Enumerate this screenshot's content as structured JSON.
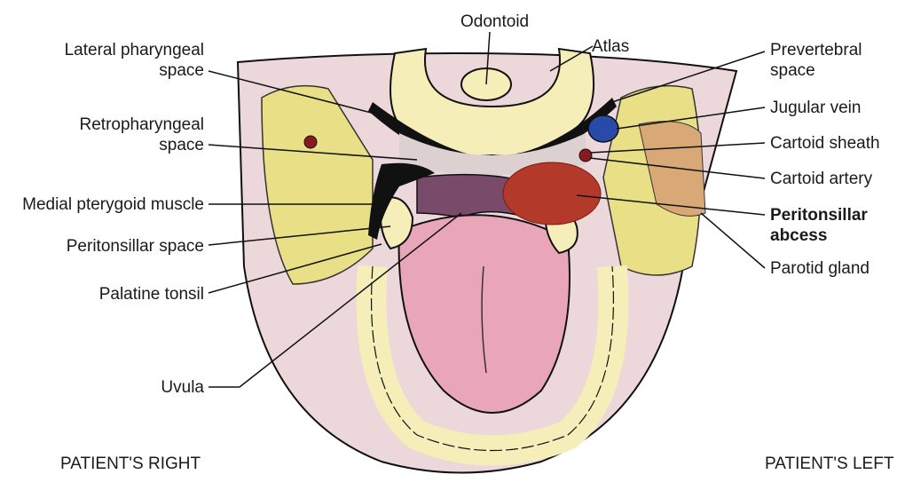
{
  "labels": {
    "odontoid": "Odontoid",
    "atlas": "Atlas",
    "lateral_pharyngeal_space": "Lateral pharyngeal\nspace",
    "retropharyngeal_space": "Retropharyngeal\nspace",
    "medial_pterygoid_muscle": "Medial pterygoid muscle",
    "peritonsillar_space": "Peritonsillar space",
    "palatine_tonsil": "Palatine tonsil",
    "uvula": "Uvula",
    "prevertebral_space": "Prevertebral\nspace",
    "jugular_vein": "Jugular vein",
    "carotid_sheath": "Cartoid sheath",
    "carotid_artery": "Cartoid artery",
    "peritonsillar_abscess": "Peritonsillar\nabcess",
    "parotid_gland": "Parotid gland"
  },
  "orientation": {
    "patient_right": "PATIENT'S RIGHT",
    "patient_left": "PATIENT'S LEFT"
  },
  "colors": {
    "bone": "#f5eeb8",
    "muscle": "#e8df86",
    "tongue": "#e9a6b8",
    "skin": "#ecd8da",
    "abscess": "#b33a2a",
    "vein": "#2a4aa8",
    "artery": "#8a1a22",
    "palate": "#7a4a6a",
    "outline": "#111111"
  }
}
